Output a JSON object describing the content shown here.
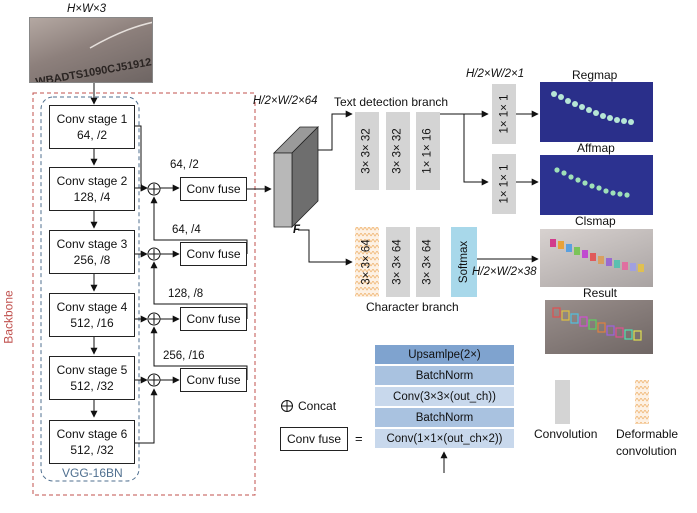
{
  "input": {
    "dims": "H×W×3"
  },
  "backbone": {
    "name": "Backbone",
    "network": "VGG-16BN",
    "stages": [
      {
        "name": "Conv stage 1",
        "params": "64, /2"
      },
      {
        "name": "Conv stage 2",
        "params": "128, /4"
      },
      {
        "name": "Conv stage 3",
        "params": "256, /8"
      },
      {
        "name": "Conv stage 4",
        "params": "512, /16"
      },
      {
        "name": "Conv stage 5",
        "params": "512, /32"
      },
      {
        "name": "Conv stage 6",
        "params": "512, /32"
      }
    ]
  },
  "fuse": {
    "label": "Conv fuse",
    "edges": [
      "64, /2",
      "64, /4",
      "128, /8",
      "256, /16"
    ]
  },
  "feature": {
    "dims": "H/2×W/2×64",
    "letter": "F"
  },
  "text_branch": {
    "title": "Text detection branch",
    "layers": [
      "3× 3× 32",
      "3× 3× 32",
      "1× 1× 16"
    ],
    "head_dims": "H/2×W/2×1",
    "heads": [
      "1× 1× 1",
      "1× 1× 1"
    ],
    "outputs": [
      "Regmap",
      "Affmap"
    ]
  },
  "char_branch": {
    "title": "Character branch",
    "layers": [
      "3× 3× 64",
      "3× 3× 64",
      "3× 3× 64"
    ],
    "softmax": "Softmax",
    "out_dims": "H/2×W/2×38",
    "outputs": [
      "Clsmap",
      "Result"
    ]
  },
  "legend": {
    "concat": "Concat",
    "fuse_box": "Conv fuse",
    "equals": "=",
    "fuse_layers": [
      "Upsamlpe(2×)",
      "BatchNorm",
      "Conv(3×3×(out_ch))",
      "BatchNorm",
      "Conv(1×1×(out_ch×2))"
    ],
    "convolution": "Convolution",
    "deformable_line1": "Deformable",
    "deformable_line2": "convolution"
  },
  "plate_text": "WBADTS1090CJ51912"
}
